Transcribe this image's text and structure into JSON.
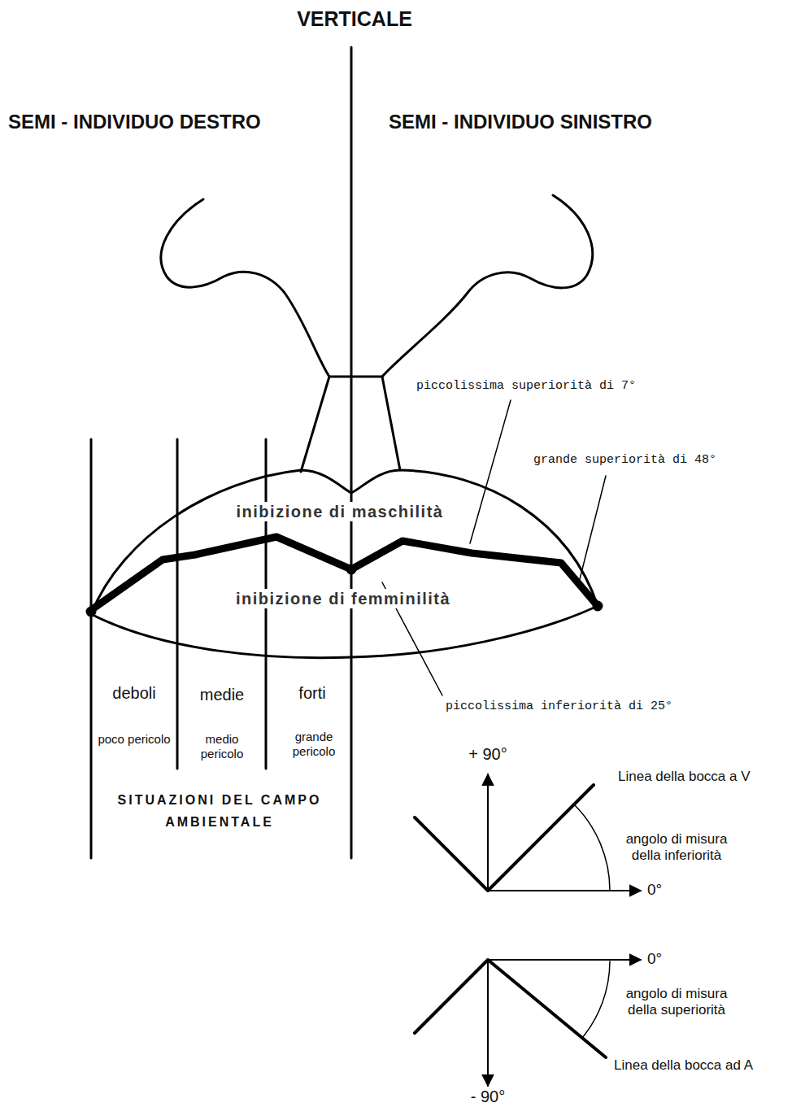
{
  "diagram": {
    "labels": [
      "VERTICALE",
      "SEMI - INDIVIDUO DESTRO",
      "SEMI - INDIVIDUO SINISTRO",
      "piccolissima superiorità di 7°",
      "grande superiorità di 48°",
      "inibizione di maschilità",
      "inibizione di femminilità",
      "piccolissima inferiorità di 25°",
      "deboli",
      "medie",
      "forti",
      "poco pericolo",
      "medio pericolo",
      "grande pericolo",
      "SITUAZIONI DEL CAMPO AMBIENTALE",
      "+ 90°",
      "Linea della bocca a V",
      "angolo di misura della inferiorità",
      "0°",
      "0°",
      "angolo di misura della superiorità",
      "Linea della bocca ad A",
      "- 90°"
    ]
  }
}
